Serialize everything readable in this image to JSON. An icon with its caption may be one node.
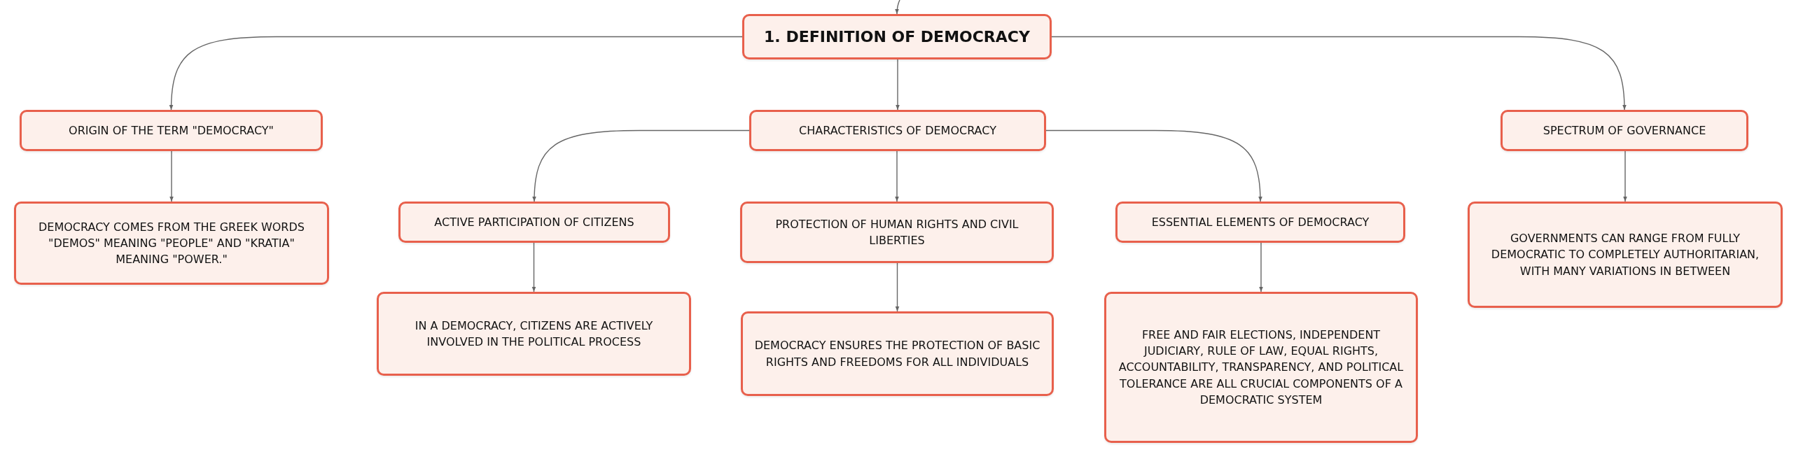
{
  "diagram": {
    "nodes": [
      {
        "text": [
          "1. DEFINITION OF DEMOCRACY"
        ]
      },
      {
        "text": [
          "ORIGIN OF THE TERM \"DEMOCRACY\""
        ]
      },
      {
        "text": [
          "CHARACTERISTICS OF DEMOCRACY"
        ]
      },
      {
        "text": [
          "SPECTRUM OF GOVERNANCE"
        ]
      },
      {
        "text": [
          "DEMOCRACY COMES FROM THE GREEK WORDS \"DEMOS\" MEANING \"PEOPLE\" AND \"KRATIA\" MEANING \"POWER.\""
        ]
      },
      {
        "text": [
          "ACTIVE PARTICIPATION OF CITIZENS"
        ]
      },
      {
        "text": [
          "PROTECTION OF HUMAN RIGHTS AND CIVIL LIBERTIES"
        ]
      },
      {
        "text": [
          "ESSENTIAL ELEMENTS OF DEMOCRACY"
        ]
      },
      {
        "text": [
          "GOVERNMENTS CAN RANGE FROM FULLY DEMOCRATIC TO COMPLETELY AUTHORITARIAN, WITH MANY VARIATIONS IN BETWEEN"
        ]
      },
      {
        "text": [
          "IN A DEMOCRACY, CITIZENS ARE ACTIVELY INVOLVED IN THE POLITICAL PROCESS"
        ]
      },
      {
        "text": [
          "DEMOCRACY ENSURES THE PROTECTION OF BASIC RIGHTS AND FREEDOMS FOR ALL INDIVIDUALS"
        ]
      },
      {
        "text": [
          "FREE AND FAIR ELECTIONS, INDEPENDENT JUDICIARY, RULE OF LAW, EQUAL RIGHTS, ACCOUNTABILITY, TRANSPARENCY, AND POLITICAL TOLERANCE ARE ALL CRUCIAL COMPONENTS OF A DEMOCRATIC SYSTEM"
        ]
      }
    ],
    "edges": [
      {
        "from": null,
        "to": 0,
        "arrow": "to"
      },
      {
        "from": 0,
        "to": 1,
        "arrow": "to"
      },
      {
        "from": 0,
        "to": 2,
        "arrow": "to"
      },
      {
        "from": 0,
        "to": 3,
        "arrow": "to"
      },
      {
        "from": 1,
        "to": 4,
        "arrow": "to"
      },
      {
        "from": 2,
        "to": 5,
        "arrow": "to"
      },
      {
        "from": 2,
        "to": 6,
        "arrow": "to"
      },
      {
        "from": 2,
        "to": 7,
        "arrow": "to"
      },
      {
        "from": 3,
        "to": 8,
        "arrow": "to"
      },
      {
        "from": 5,
        "to": 9,
        "arrow": "to"
      },
      {
        "from": 6,
        "to": 10,
        "arrow": "to"
      },
      {
        "from": 7,
        "to": 11,
        "arrow": "to"
      }
    ]
  }
}
